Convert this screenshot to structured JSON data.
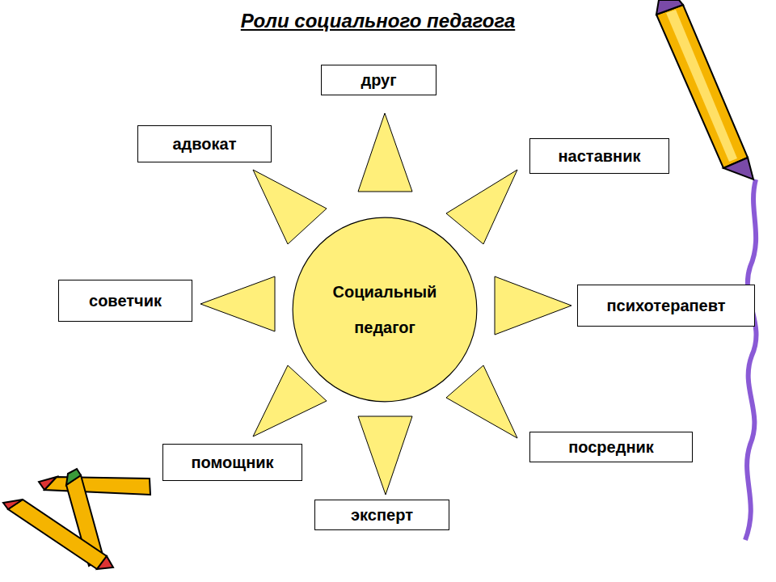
{
  "diagram": {
    "title": "Роли социального педагога",
    "nodes": [
      {
        "text": [
          "друг"
        ]
      },
      {
        "text": [
          "адвокат"
        ]
      },
      {
        "text": [
          "наставник"
        ]
      },
      {
        "text": [
          "советчик"
        ]
      },
      {
        "text": [
          "Социальный педагог"
        ]
      },
      {
        "text": [
          "психотерапевт"
        ]
      },
      {
        "text": [
          "помощник"
        ]
      },
      {
        "text": [
          "посредник"
        ]
      },
      {
        "text": [
          "эксперт"
        ]
      }
    ]
  }
}
